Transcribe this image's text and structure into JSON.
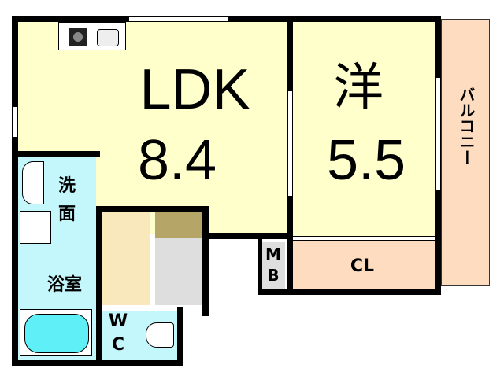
{
  "floorplan": {
    "rooms": {
      "ldk": {
        "label": "LDK",
        "size": "8.4"
      },
      "western": {
        "label": "洋",
        "size": "5.5"
      },
      "balcony": {
        "label": "バルコニー"
      },
      "closet": {
        "label": "CL"
      },
      "meter_box": {
        "label_top": "M",
        "label_bottom": "B"
      },
      "washroom": {
        "label_top": "洗",
        "label_bottom": "面"
      },
      "bathroom": {
        "label": "浴室"
      },
      "toilet": {
        "label_top": "W",
        "label_bottom": "C"
      }
    },
    "colors": {
      "living": "#ffffcc",
      "balcony": "#fddcbf",
      "wet_area": "#c4f7fb",
      "bath_tub": "#5ff0f7",
      "storage_tan": "#f8e8bb",
      "storage_olive": "#b5a566",
      "storage_gray": "#dedede"
    },
    "icons": [
      "stove-icon",
      "sink-icon",
      "bathtub-icon",
      "toilet-icon",
      "washbasin-icon",
      "washing-machine-icon"
    ]
  }
}
